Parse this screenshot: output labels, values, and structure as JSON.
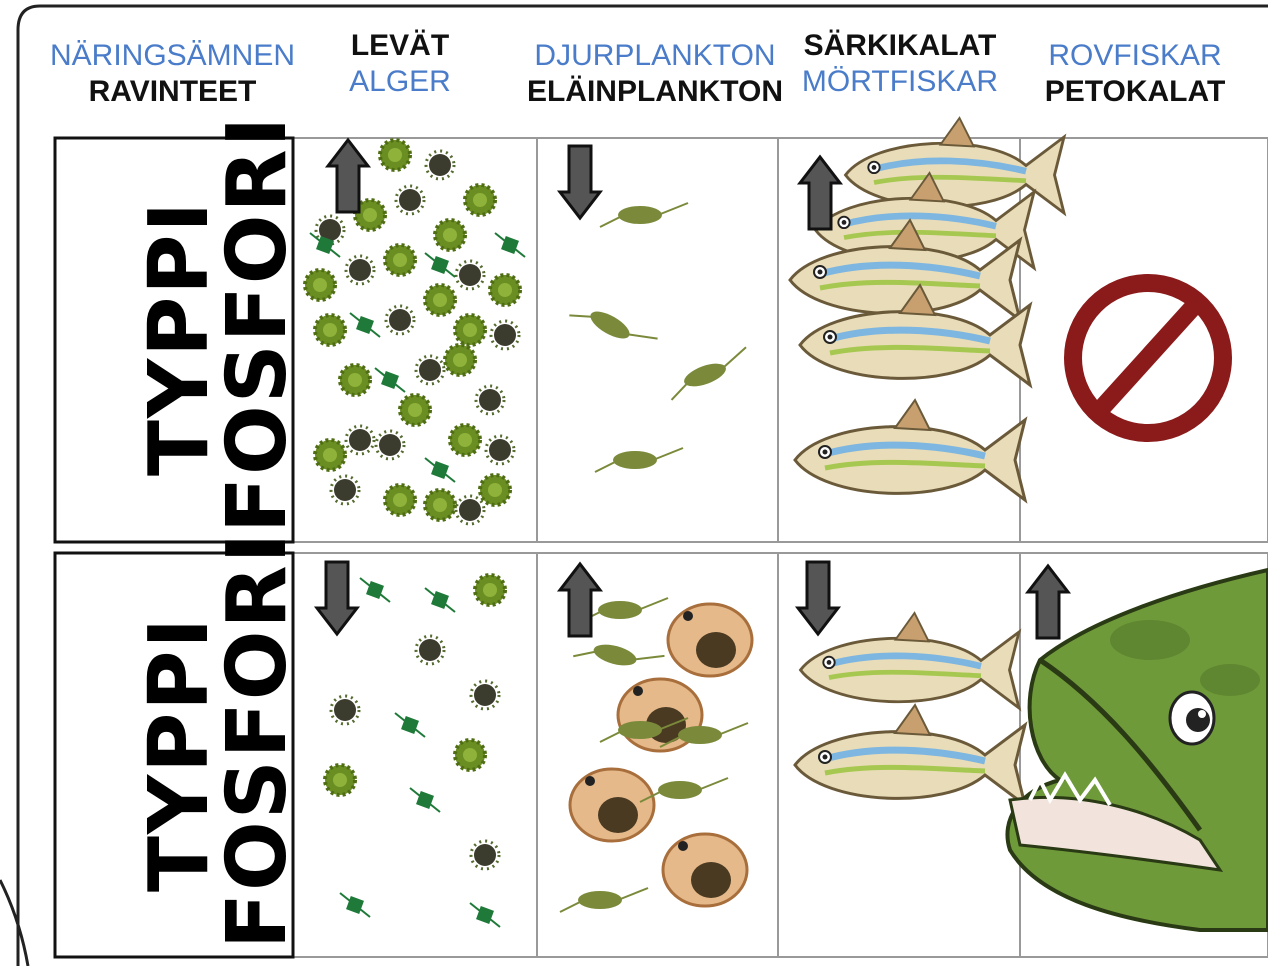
{
  "headers": {
    "nutrients": {
      "sv": "NÄRINGSÄMNEN",
      "fi": "RAVINTEET"
    },
    "algae": {
      "fi": "LEVÄT",
      "sv": "ALGER"
    },
    "zooplankton": {
      "sv": "DJURPLANKTON",
      "fi": "ELÄINPLANKTON"
    },
    "cyprinids": {
      "fi": "SÄRKIKALAT",
      "sv": "MÖRTFISKAR"
    },
    "predators": {
      "sv": "ROVFISKAR",
      "fi": "PETOKALAT"
    }
  },
  "rows": [
    {
      "label_line1": "TYPPI",
      "label_line2": "FOSFORI",
      "trends": {
        "algae": "up",
        "zooplankton": "down",
        "cyprinids": "up",
        "predators": "absent"
      }
    },
    {
      "label_line1": "TYPPI",
      "label_line2": "FOSFORI",
      "trends": {
        "algae": "down",
        "zooplankton": "up",
        "cyprinids": "down",
        "predators": "up"
      }
    }
  ],
  "colors": {
    "label_blue": "#4a7cc9",
    "label_black": "#111111",
    "arrow": "#555555",
    "algae_green": "#6b8e23",
    "prohibit_red": "#8b1a1a",
    "pike_green": "#6f9a3a"
  },
  "icons": [
    "arrow-up-icon",
    "arrow-down-icon",
    "prohibition-icon",
    "algae-icon",
    "zooplankton-icon",
    "fish-icon",
    "pike-icon"
  ]
}
